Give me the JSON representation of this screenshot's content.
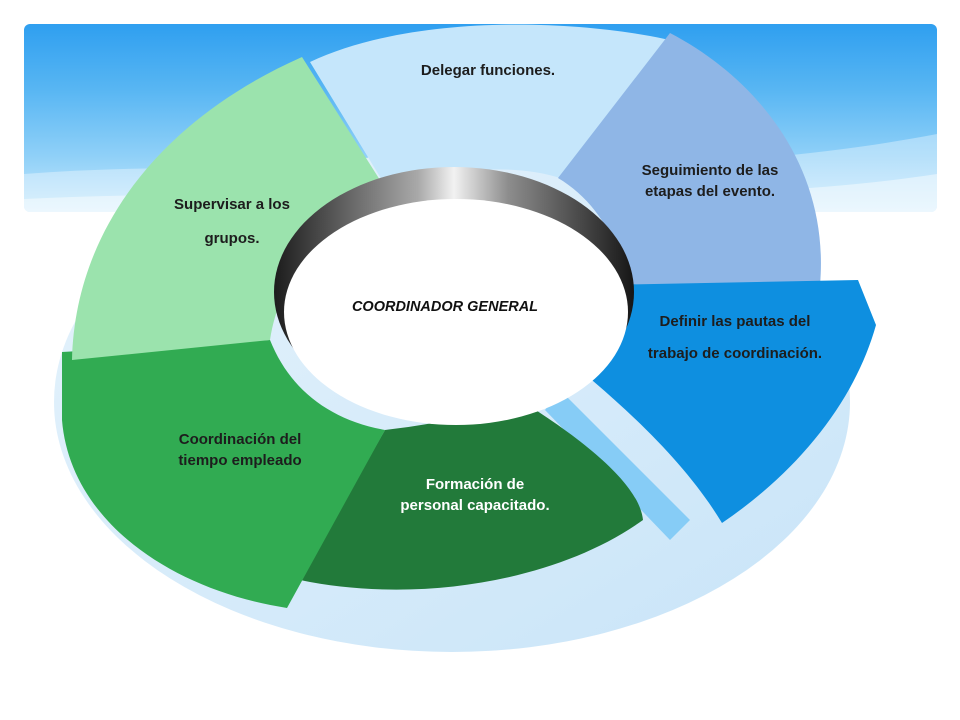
{
  "colors": {
    "banner": "#3aa6f0",
    "delegar": "#c5e6fb",
    "seguimiento": "#8fb6e6",
    "definir": "#0e8fe0",
    "formacion": "#227a3a",
    "coordinacion": "#31ab52",
    "supervisar": "#9be3ad"
  },
  "diagram": {
    "center": "COORDINADOR GENERAL",
    "segments": [
      {
        "id": "delegar",
        "lines": [
          "Delegar funciones."
        ]
      },
      {
        "id": "seguimiento",
        "lines": [
          "Seguimiento de las",
          "etapas del evento."
        ]
      },
      {
        "id": "definir",
        "lines": [
          "Definir las pautas del",
          "trabajo de coordinación."
        ]
      },
      {
        "id": "formacion",
        "lines": [
          "Formación de",
          "personal capacitado."
        ]
      },
      {
        "id": "coordinacion",
        "lines": [
          "Coordinación del",
          "tiempo empleado"
        ]
      },
      {
        "id": "supervisar",
        "lines": [
          "Supervisar a los",
          "grupos."
        ]
      }
    ]
  }
}
